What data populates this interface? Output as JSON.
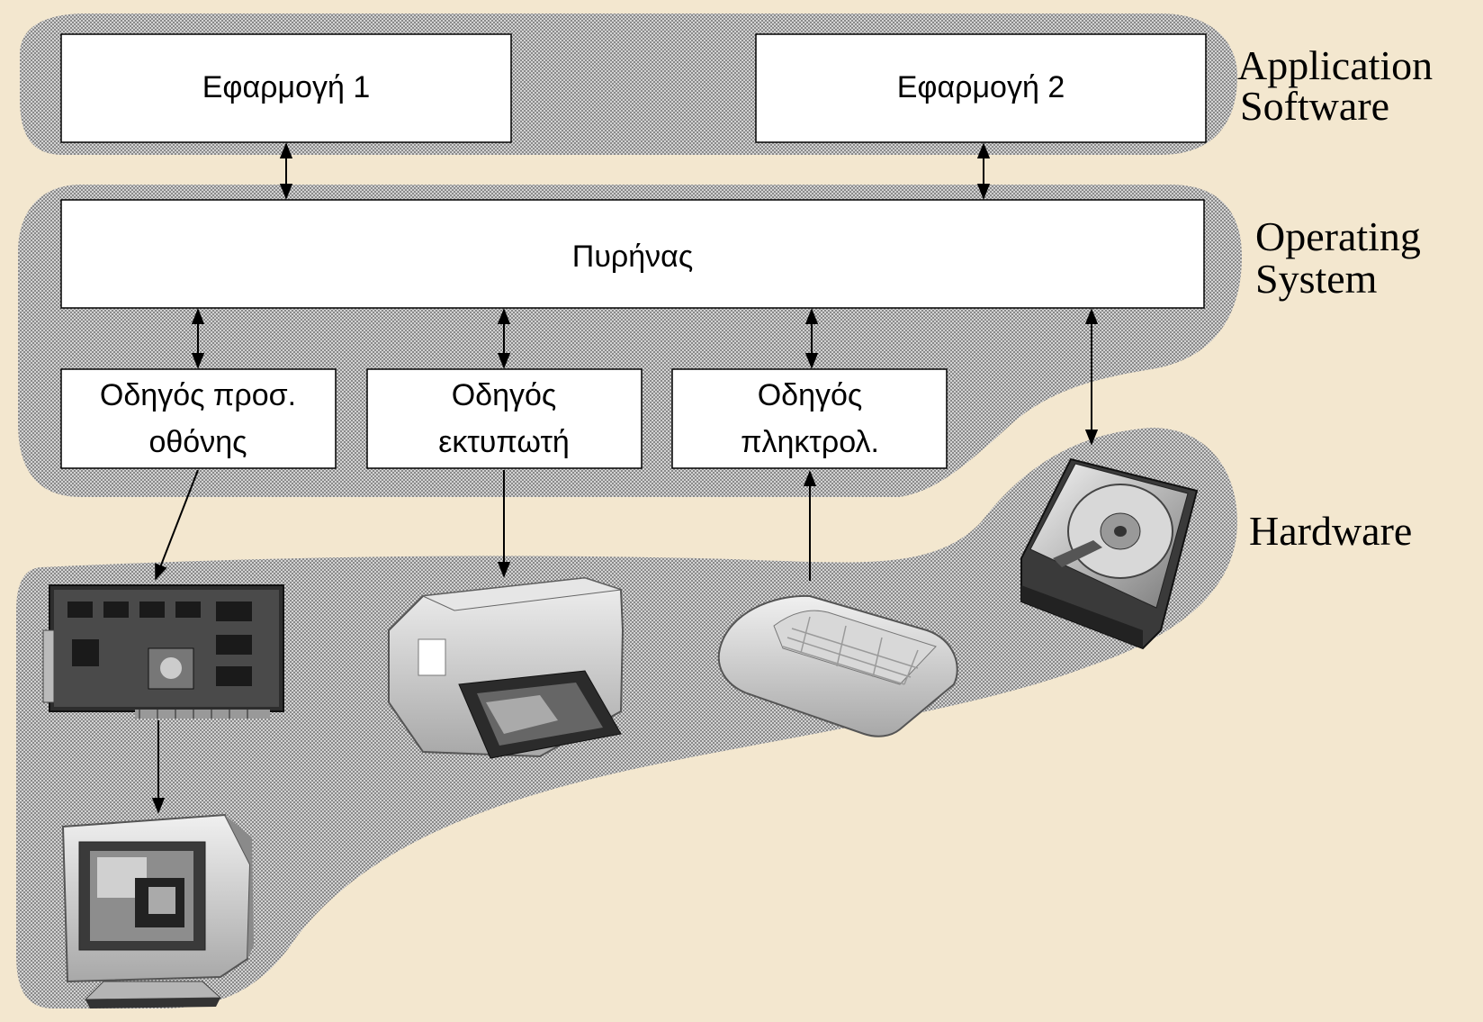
{
  "colors": {
    "page_background": "#f3e7cf",
    "layer_fill": "#bdbdbd",
    "box_fill": "#ffffff",
    "line": "#000000"
  },
  "layers": {
    "application": {
      "line1": "Application",
      "line2": "Software"
    },
    "operating_system": {
      "line1": "Operating",
      "line2": "System"
    },
    "hardware": {
      "label": "Hardware"
    }
  },
  "boxes": {
    "app1": "Εφαρμογή 1",
    "app2": "Εφαρμογή 2",
    "kernel": "Πυρήνας",
    "display_driver": {
      "line1": "Οδηγός προσ.",
      "line2": "οθόνης"
    },
    "printer_driver": {
      "line1": "Οδηγός",
      "line2": "εκτυπωτή"
    },
    "keyboard_driver": {
      "line1": "Οδηγός",
      "line2": "πληκτρολ."
    }
  },
  "devices": [
    {
      "name": "graphics-card",
      "icon": "graphics-card-icon"
    },
    {
      "name": "printer",
      "icon": "printer-icon"
    },
    {
      "name": "keyboard",
      "icon": "keyboard-icon"
    },
    {
      "name": "hard-disk",
      "icon": "hard-disk-icon"
    },
    {
      "name": "monitor",
      "icon": "monitor-icon"
    }
  ]
}
